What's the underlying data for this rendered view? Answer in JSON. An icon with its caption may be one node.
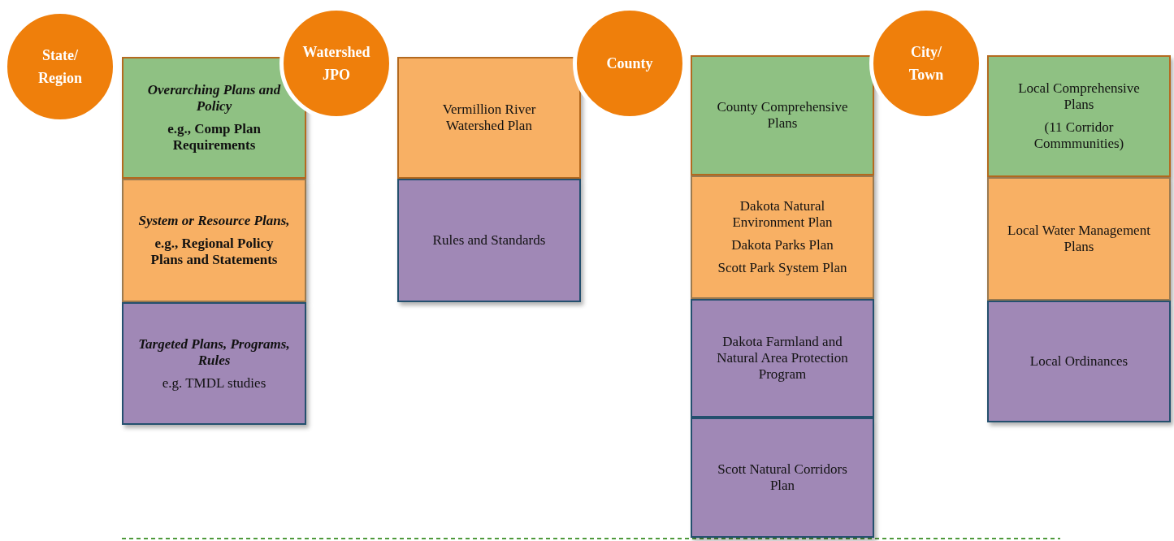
{
  "diagram": {
    "nodes": [
      {
        "text": [
          "State/ Region"
        ]
      },
      {
        "text": [
          "Overarching Plans and Policy",
          "e.g., Comp Plan Requirements"
        ]
      },
      {
        "text": [
          "System or Resource Plans,",
          "e.g., Regional Policy Plans and Statements"
        ]
      },
      {
        "text": [
          "Targeted Plans, Programs, Rules",
          "e.g. TMDL studies"
        ]
      },
      {
        "text": [
          "Watershed JPO"
        ]
      },
      {
        "text": [
          "Vermillion River Watershed Plan"
        ]
      },
      {
        "text": [
          "Rules and Standards"
        ]
      },
      {
        "text": [
          "County"
        ]
      },
      {
        "text": [
          "County Comprehensive Plans"
        ]
      },
      {
        "text": [
          "Dakota Natural Environment Plan",
          "Dakota Parks Plan",
          "Scott Park System Plan"
        ]
      },
      {
        "text": [
          "Dakota Farmland and Natural Area Protection Program"
        ]
      },
      {
        "text": [
          "Scott Natural Corridors Plan"
        ]
      },
      {
        "text": [
          "City/ Town"
        ]
      },
      {
        "text": [
          "Local Comprehensive Plans",
          "(11 Corridor Commmunities)"
        ]
      },
      {
        "text": [
          "Local Water Management Plans"
        ]
      },
      {
        "text": [
          "Local Ordinances"
        ]
      }
    ]
  }
}
